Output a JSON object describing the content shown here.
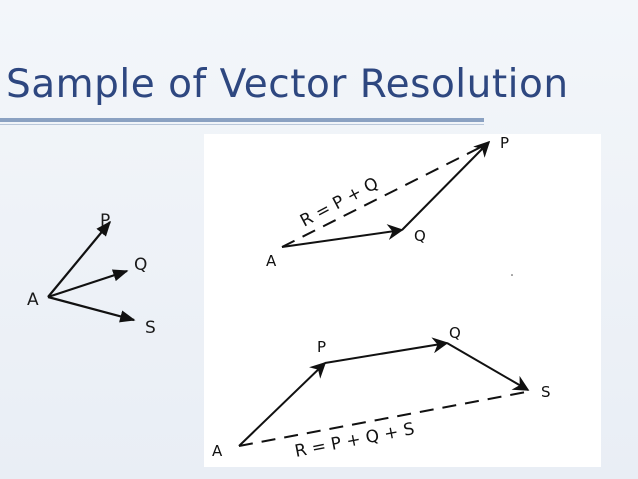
{
  "slide": {
    "title": "Sample of Vector Resolution"
  },
  "small_diagram": {
    "origin_label": "A",
    "vectors": [
      "P",
      "Q",
      "S"
    ]
  },
  "figure_top": {
    "start_label": "A",
    "mid_label": "Q",
    "end_label": "P",
    "resultant_label": "R = P + Q"
  },
  "figure_bottom": {
    "start_label": "A",
    "p_label": "P",
    "q_label": "Q",
    "end_label": "S",
    "resultant_label": "R = P + Q + S"
  },
  "colors": {
    "title": "#2e4780",
    "rule": "#8aa1c2",
    "ink": "#111111"
  }
}
